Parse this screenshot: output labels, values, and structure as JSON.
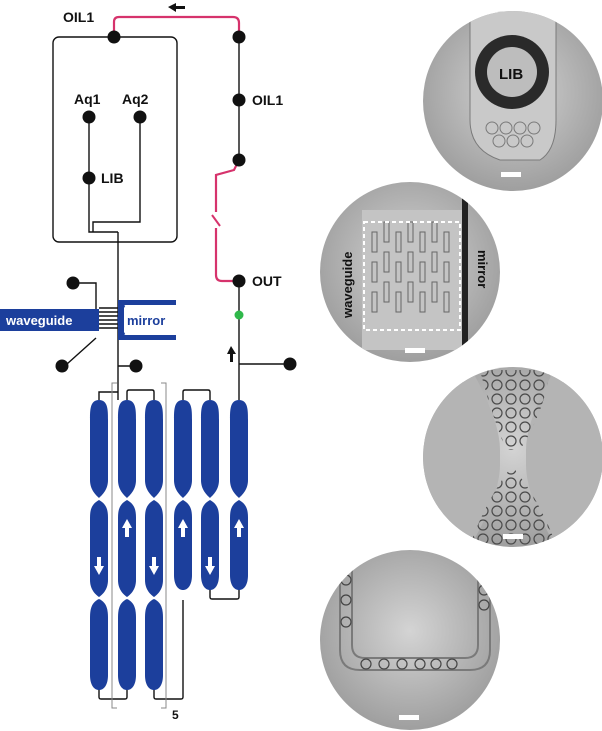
{
  "chip": {
    "labels": {
      "oil1_top": "OIL1",
      "oil1_side": "OIL1",
      "aq1": "Aq1",
      "aq2": "Aq2",
      "lib": "LIB",
      "out": "OUT",
      "waveguide": "waveguide",
      "mirror": "mirror",
      "repeat_count": "5"
    },
    "colors": {
      "channel": "#1c3f9c",
      "oil_line": "#d6336c",
      "detector_dot": "#2fb84a",
      "wire": "#111111"
    }
  },
  "micrographs": {
    "lib_label": "LIB",
    "waveguide_label": "waveguide",
    "mirror_label": "mirror"
  }
}
